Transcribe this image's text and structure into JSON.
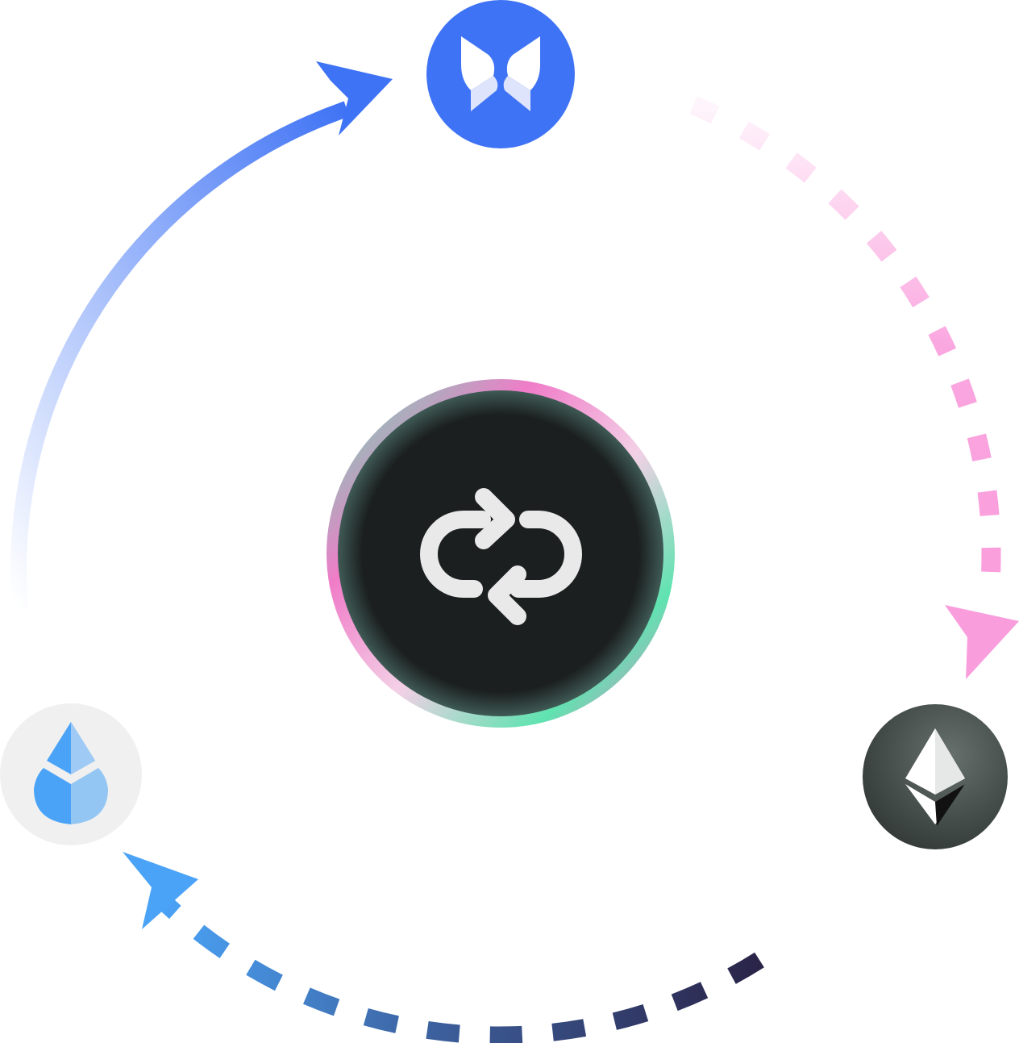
{
  "nodes": {
    "top": {
      "icon": "butterfly-logo-icon",
      "color": "#3f73f5"
    },
    "right": {
      "icon": "ethereum-icon",
      "color": "#4a5351"
    },
    "left": {
      "icon": "lido-staked-eth-icon",
      "color": "#f0f0f0",
      "accent": "#4aa3f7"
    },
    "center": {
      "icon": "swap-cycle-icon",
      "color": "#1b1f1f",
      "ring_colors": [
        "#5fe3b0",
        "#f07cc8",
        "#f3b8de"
      ]
    }
  },
  "arrows": {
    "left_to_top": {
      "style": "solid",
      "color": "#3f73f5"
    },
    "top_to_right": {
      "style": "dashed",
      "color": "#fa9ddc"
    },
    "right_to_left": {
      "style": "dashed",
      "colors": [
        "#2a2448",
        "#4aa3f7"
      ]
    }
  }
}
